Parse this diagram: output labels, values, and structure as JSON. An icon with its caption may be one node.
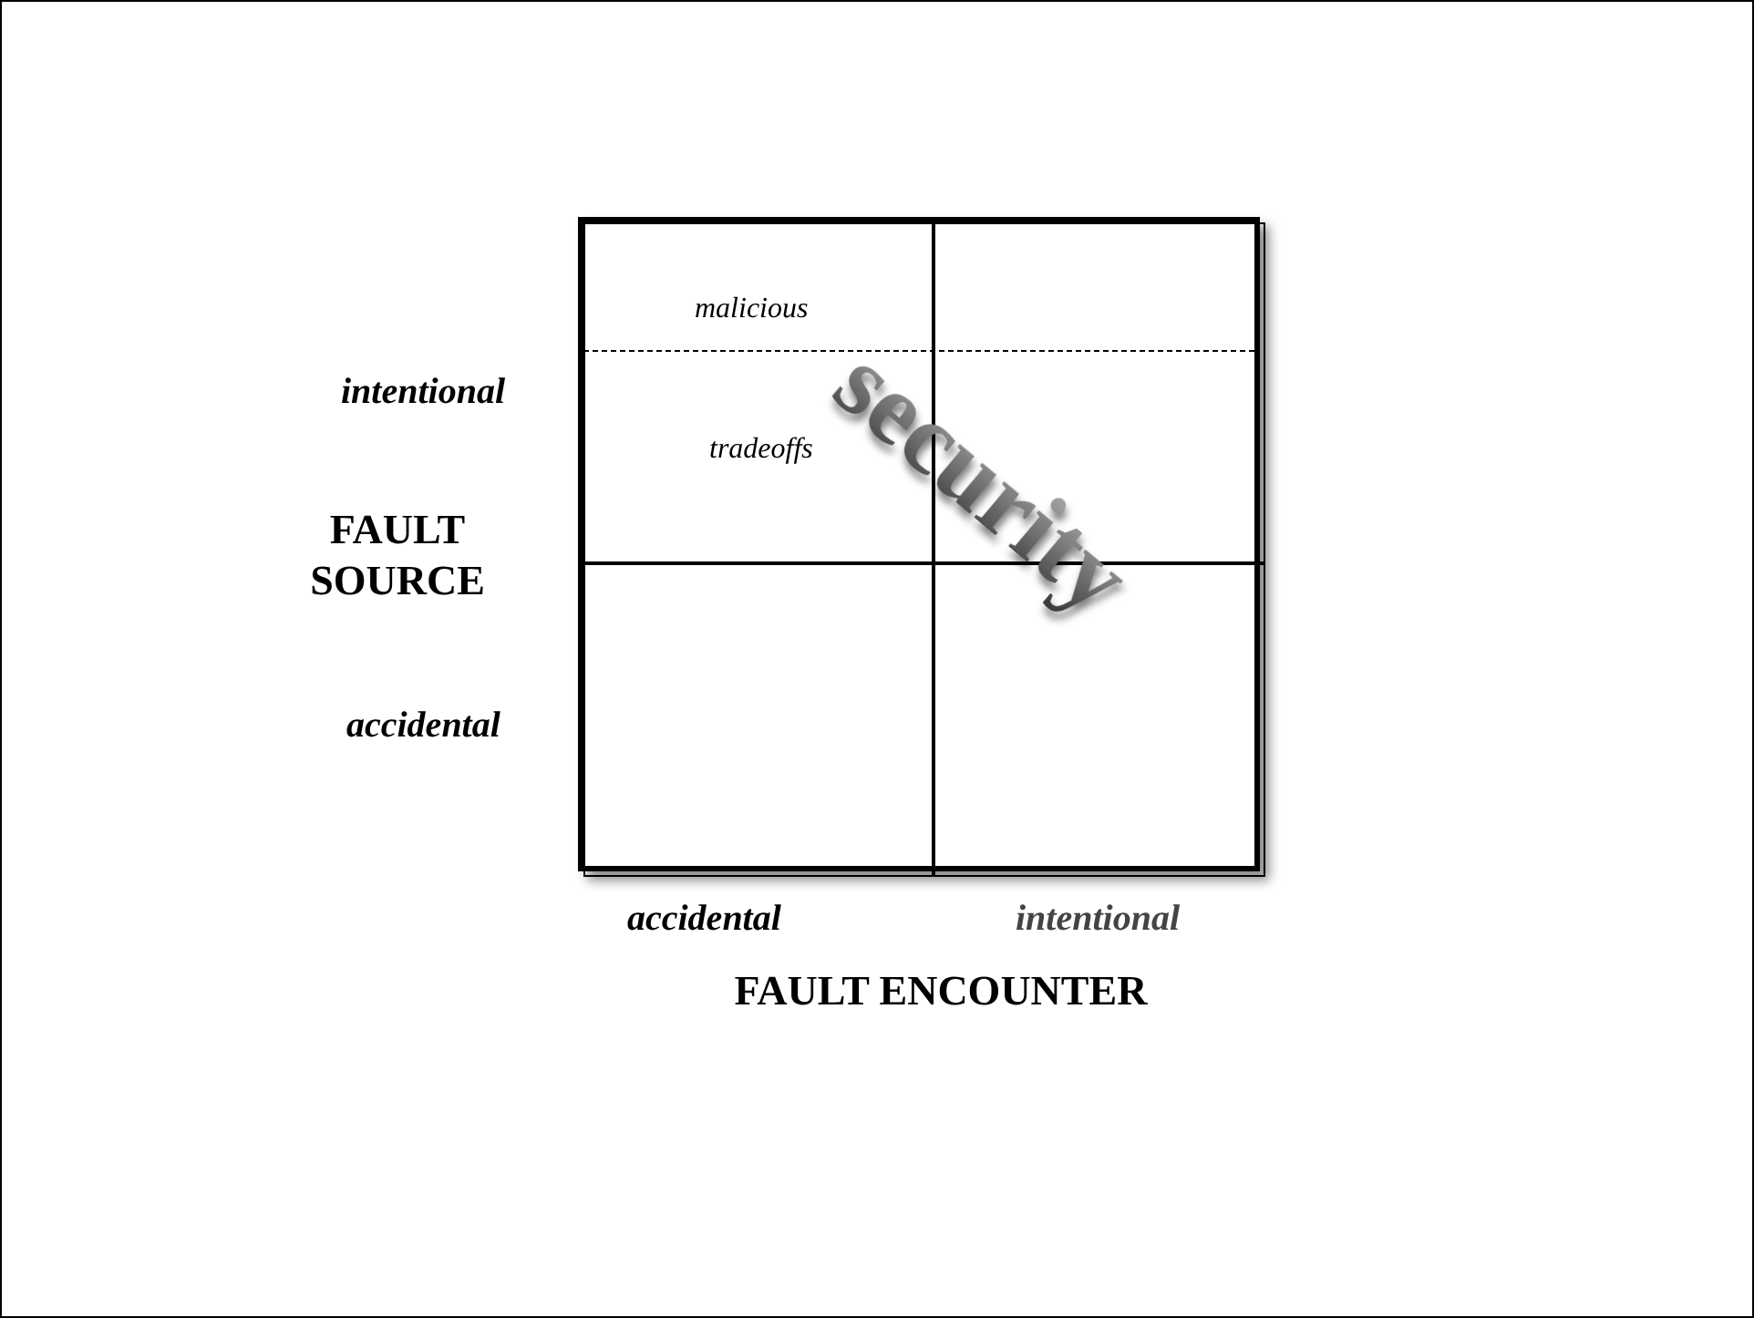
{
  "diagram": {
    "nodes": [
      {
        "text": [],
        "shape": "box"
      },
      {
        "text": [
          "malicious",
          "tradeoffs"
        ],
        "in": 0
      },
      {
        "text": [],
        "shape": "box",
        "in": 0
      },
      {
        "text": [],
        "shape": "box",
        "in": 0
      },
      {
        "text": [],
        "shape": "box",
        "in": 0
      }
    ],
    "edges": [],
    "labels": [
      "intentional",
      "FAULT SOURCE",
      "accidental",
      "security",
      "accidental",
      "intentional",
      "FAULT ENCOUNTER"
    ]
  }
}
